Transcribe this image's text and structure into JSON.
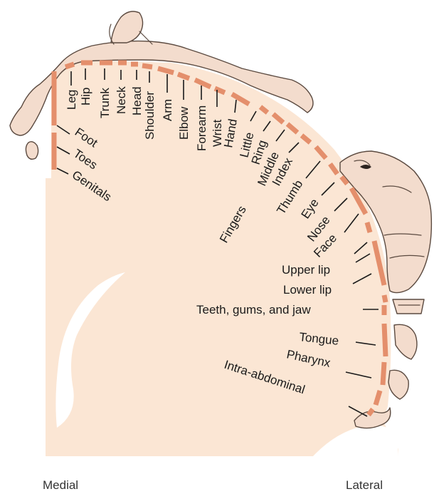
{
  "colors": {
    "cortex": "#fbe6d4",
    "segment": "#e48f6c",
    "segment_stroke": "#6a3424",
    "homunculus_skin": "#f3dccd",
    "outline": "#5b4a40",
    "white_matter": "#ffffff"
  },
  "labels": {
    "leg": "Leg",
    "hip": "Hip",
    "trunk": "Trunk",
    "neck": "Neck",
    "head": "Head",
    "shoulder": "Shoulder",
    "arm": "Arm",
    "elbow": "Elbow",
    "forearm": "Forearm",
    "wrist": "Wrist",
    "hand": "Hand",
    "little": "Little",
    "ring": "Ring",
    "middle": "Middle",
    "index": "Index",
    "thumb": "Thumb",
    "fingers": "Fingers",
    "eye": "Eye",
    "nose": "Nose",
    "face": "Face",
    "upper_lip": "Upper lip",
    "lower_lip": "Lower lip",
    "teeth": "Teeth, gums, and jaw",
    "tongue": "Tongue",
    "pharynx": "Pharynx",
    "intra_abdominal": "Intra-abdominal",
    "foot": "Foot",
    "toes": "Toes",
    "genitals": "Genitals"
  },
  "orientation": {
    "medial": "Medial",
    "lateral": "Lateral"
  }
}
